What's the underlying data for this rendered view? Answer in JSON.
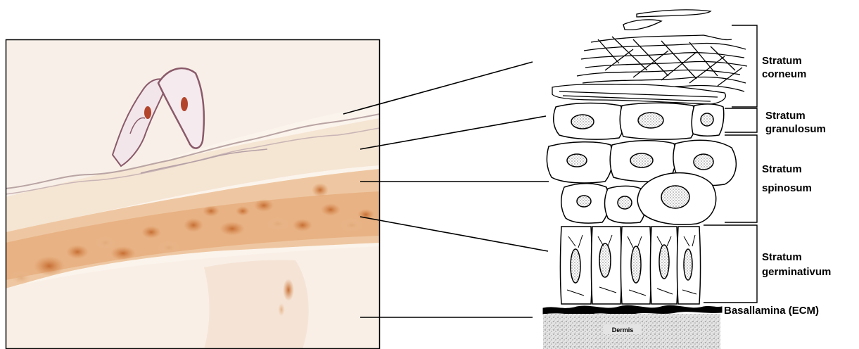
{
  "layers": [
    {
      "id": "corneum",
      "line1": "Stratum",
      "line2": "corneum"
    },
    {
      "id": "granulosum",
      "line1": "Stratum",
      "line2": "granulosum"
    },
    {
      "id": "spinosum",
      "line1": "Stratum",
      "line2": "spinosum"
    },
    {
      "id": "germinativum",
      "line1": "Stratum",
      "line2": "germinativum"
    }
  ],
  "basal_lamina_label": "Basallamina (ECM)",
  "dermis_label": "Dermis",
  "colors": {
    "micrograph_bg": "#fbf3ea",
    "stain_dark": "#c8743a",
    "stain_light": "#e9b98c",
    "ink": "#000000"
  }
}
